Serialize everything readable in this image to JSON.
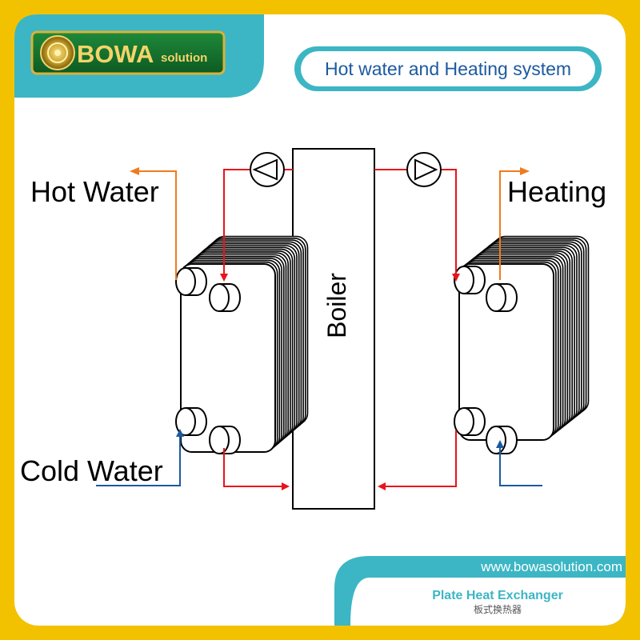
{
  "header": {
    "logo_word": "BOWA",
    "logo_sub": "solution",
    "title": "Hot water and Heating system"
  },
  "diagram": {
    "boiler_label": "Boiler",
    "hot_water_label": "Hot Water",
    "cold_water_label": "Cold Water",
    "heating_label": "Heating"
  },
  "footer": {
    "url": "www.bowasolution.com",
    "product_en": "Plate Heat Exchanger",
    "product_cn": "板式换热器"
  },
  "colors": {
    "gold": "#F2C200",
    "teal": "#3CB6C4",
    "loop_red": "#E8141B",
    "hot_orange": "#F07B1E",
    "cold_blue": "#1B5AA0"
  }
}
